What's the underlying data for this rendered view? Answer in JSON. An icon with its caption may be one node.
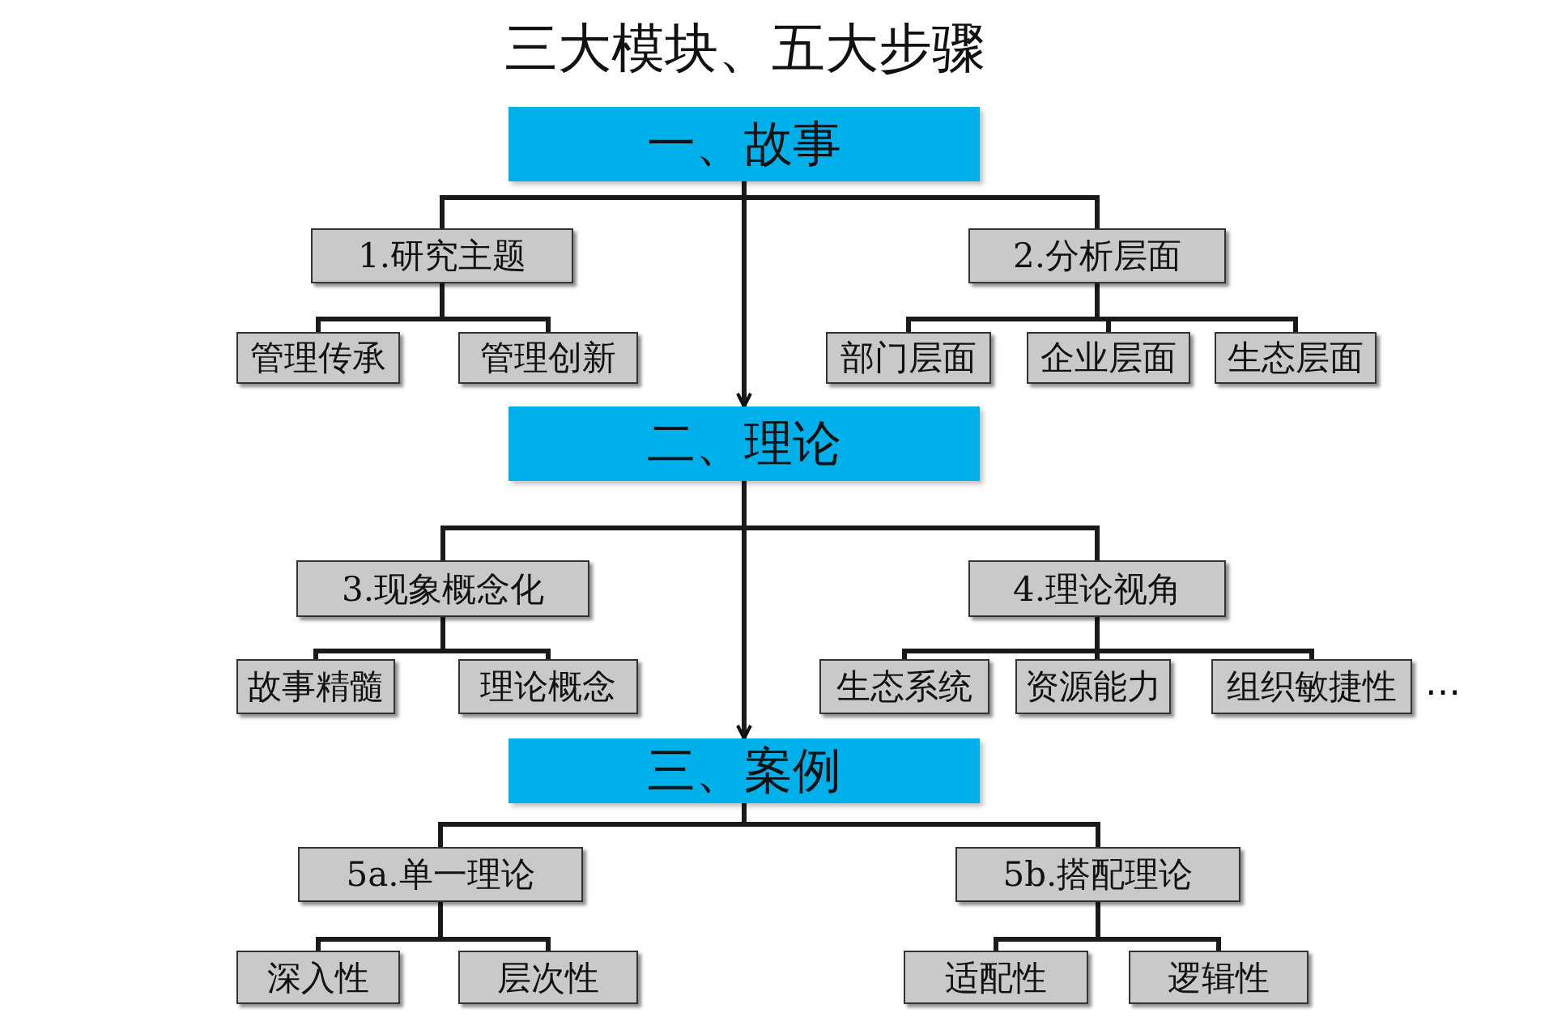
{
  "diagram": {
    "title": "三大模块、五大步骤",
    "nodes": [
      {
        "text": [
          "一、故事"
        ]
      },
      {
        "text": [
          "1.研究主题"
        ]
      },
      {
        "text": [
          "2.分析层面"
        ]
      },
      {
        "text": [
          "管理传承"
        ]
      },
      {
        "text": [
          "管理创新"
        ]
      },
      {
        "text": [
          "部门层面"
        ]
      },
      {
        "text": [
          "企业层面"
        ]
      },
      {
        "text": [
          "生态层面"
        ]
      },
      {
        "text": [
          "二、理论"
        ]
      },
      {
        "text": [
          "3.现象概念化"
        ]
      },
      {
        "text": [
          "4.理论视角"
        ]
      },
      {
        "text": [
          "故事精髓"
        ]
      },
      {
        "text": [
          "理论概念"
        ]
      },
      {
        "text": [
          "生态系统"
        ]
      },
      {
        "text": [
          "资源能力"
        ]
      },
      {
        "text": [
          "组织敏捷性"
        ]
      },
      {
        "text": [
          "三、案例"
        ]
      },
      {
        "text": [
          "5a.单一理论"
        ]
      },
      {
        "text": [
          "5b.搭配理论"
        ]
      },
      {
        "text": [
          "深入性"
        ]
      },
      {
        "text": [
          "层次性"
        ]
      },
      {
        "text": [
          "适配性"
        ]
      },
      {
        "text": [
          "逻辑性"
        ]
      }
    ],
    "edges": [
      {
        "from": 0,
        "to": 1,
        "arrow": "none"
      },
      {
        "from": 0,
        "to": 2,
        "arrow": "none"
      },
      {
        "from": 1,
        "to": 3,
        "arrow": "none"
      },
      {
        "from": 1,
        "to": 4,
        "arrow": "none"
      },
      {
        "from": 2,
        "to": 5,
        "arrow": "none"
      },
      {
        "from": 2,
        "to": 6,
        "arrow": "none"
      },
      {
        "from": 2,
        "to": 7,
        "arrow": "none"
      },
      {
        "from": 0,
        "to": 8,
        "arrow": "to"
      },
      {
        "from": 8,
        "to": 9,
        "arrow": "none"
      },
      {
        "from": 8,
        "to": 10,
        "arrow": "none"
      },
      {
        "from": 9,
        "to": 11,
        "arrow": "none"
      },
      {
        "from": 9,
        "to": 12,
        "arrow": "none"
      },
      {
        "from": 10,
        "to": 13,
        "arrow": "none"
      },
      {
        "from": 10,
        "to": 14,
        "arrow": "none"
      },
      {
        "from": 10,
        "to": 15,
        "arrow": "none"
      },
      {
        "from": 8,
        "to": 16,
        "arrow": "to"
      },
      {
        "from": 16,
        "to": 17,
        "arrow": "none"
      },
      {
        "from": 16,
        "to": 18,
        "arrow": "none"
      },
      {
        "from": 17,
        "to": 19,
        "arrow": "none"
      },
      {
        "from": 17,
        "to": 20,
        "arrow": "none"
      },
      {
        "from": 18,
        "to": 21,
        "arrow": "none"
      },
      {
        "from": 18,
        "to": 22,
        "arrow": "none"
      }
    ],
    "labels": [
      "…"
    ]
  }
}
